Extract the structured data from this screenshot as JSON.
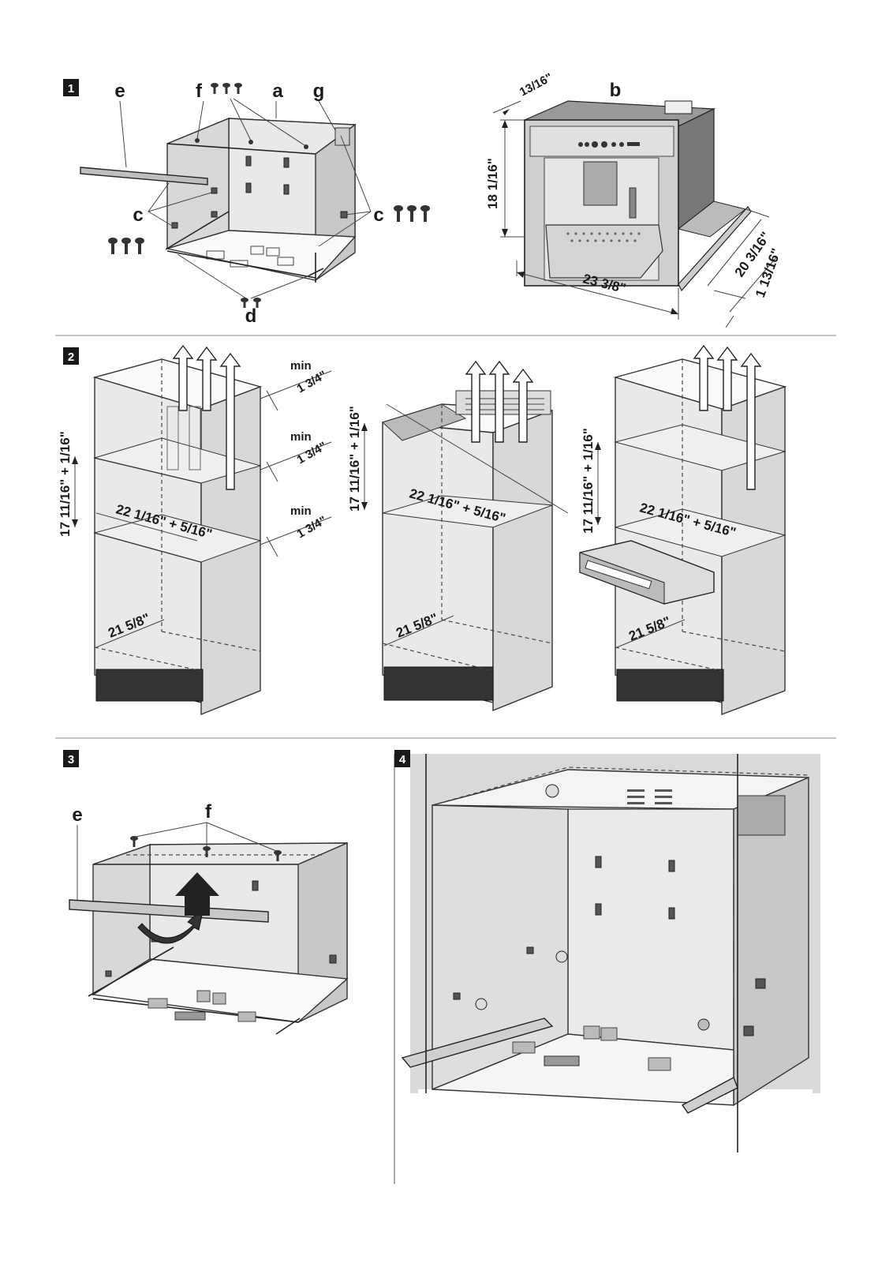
{
  "badges": [
    "1",
    "2",
    "3",
    "4"
  ],
  "panel1": {
    "labels": {
      "e": "e",
      "f": "f",
      "a": "a",
      "g": "g",
      "c_left": "c",
      "c_right": "c",
      "d": "d"
    },
    "machine_label": "b",
    "dims": {
      "top_offset": "13/16\"",
      "height": "18 1/16\"",
      "width": "23 3/8\"",
      "depth": "20 3/16\"",
      "front": "1 13/16\""
    }
  },
  "panel2": {
    "min_label": "min",
    "min_value": "1 3/4\"",
    "niche_height": "17 11/16\" + 1/16\"",
    "niche_width": "22 1/16\" + 5/16\"",
    "cabinet_width": "21 5/8\""
  },
  "panel3": {
    "labels": {
      "e": "e",
      "f": "f"
    }
  },
  "colors": {
    "line": "#222222",
    "metal": "#d8d8d8",
    "badge": "#1a1a1a"
  },
  "icons": [
    "screw-icon",
    "arrow-up-icon",
    "rotate-arrow-icon"
  ]
}
